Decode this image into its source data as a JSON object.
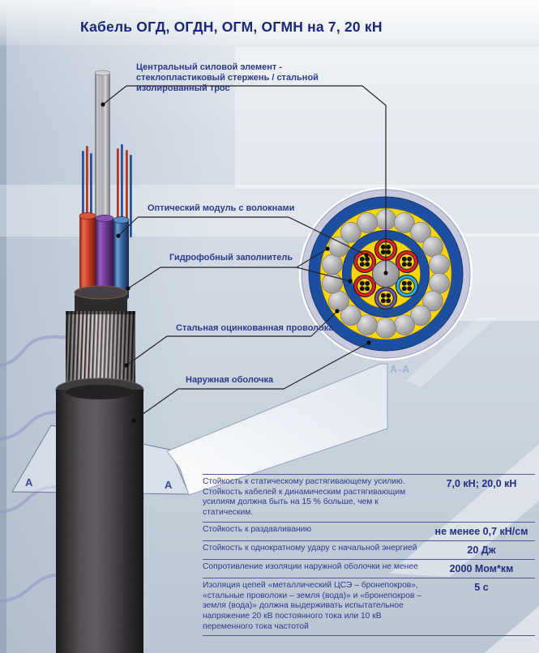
{
  "title": "Кабель ОГД, ОГДН, ОГМ, ОГМН на 7, 20 кН",
  "section_view": {
    "label": "А-А",
    "cut_marker": "А"
  },
  "callouts": [
    {
      "id": "central-strength-element",
      "text": "Центральный силовой элемент - стеклопластиковый стержень / стальной изолированный трос"
    },
    {
      "id": "optical-module",
      "text": "Оптический модуль с волокнами"
    },
    {
      "id": "hydrophobic-filler",
      "text": "Гидрофобный заполнитель"
    },
    {
      "id": "steel-wire",
      "text": "Стальная оцинкованная проволока"
    },
    {
      "id": "outer-sheath",
      "text": "Наружная оболочка"
    }
  ],
  "spec_table": {
    "rows": [
      {
        "property": "Стойкость к статическому растягивающему усилию. Стойкость кабелей к динамическим растягивающим усилиям должна быть на 15 % больше, чем к статическим.",
        "value": "7,0 кН; 20,0 кН"
      },
      {
        "property": "Стойкость к раздавливанию",
        "value": "не менее 0,7 кН/см"
      },
      {
        "property": "Стойкость к однократному удару с начальной энергией",
        "value": "20 Дж"
      },
      {
        "property": "Сопротивление изоляции наружной оболочки не менее",
        "value": "2000 Мом*км"
      },
      {
        "property": "Изоляция цепей  «металлический ЦСЭ – бронепокров», «стальные проволоки – земля (вода)» и «бронепокров – земля (вода)» должна выдерживать испытательное напряжение 20 кВ постоянного тока или 10 кВ переменного тока частотой",
        "value": "5 с"
      }
    ]
  },
  "colors": {
    "navy_text": "#2e3a8c",
    "sheath_blue": "#1c4fa0",
    "filler_yellow": "#fdd501",
    "module_red": "#dd1f26",
    "module_cyan": "#29b1e6",
    "module_purple": "#675aa6",
    "armor_gray": "#b5b4b6"
  }
}
